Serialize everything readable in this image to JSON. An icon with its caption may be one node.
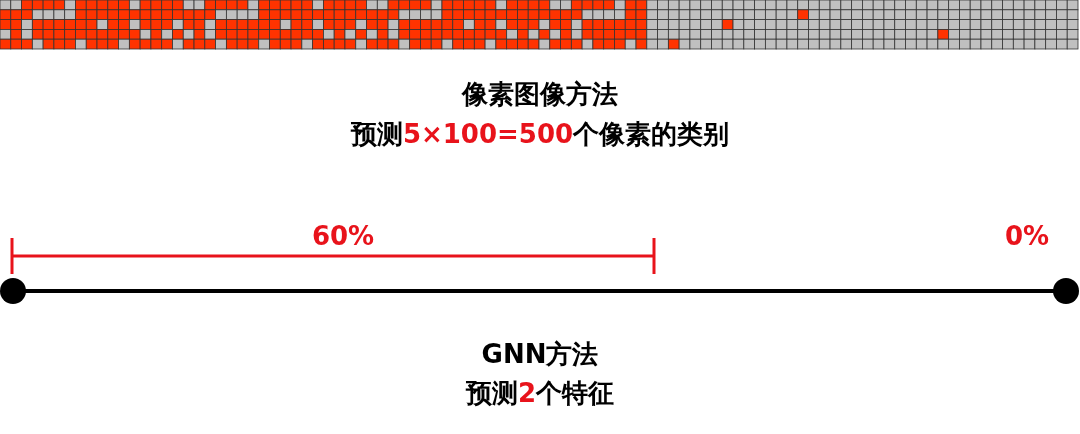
{
  "diagram": {
    "labels": [
      "像素图像方法",
      "预测5×100=500个像素的类别",
      "60%",
      "0%",
      "GNN方法",
      "预测2个特征"
    ]
  }
}
